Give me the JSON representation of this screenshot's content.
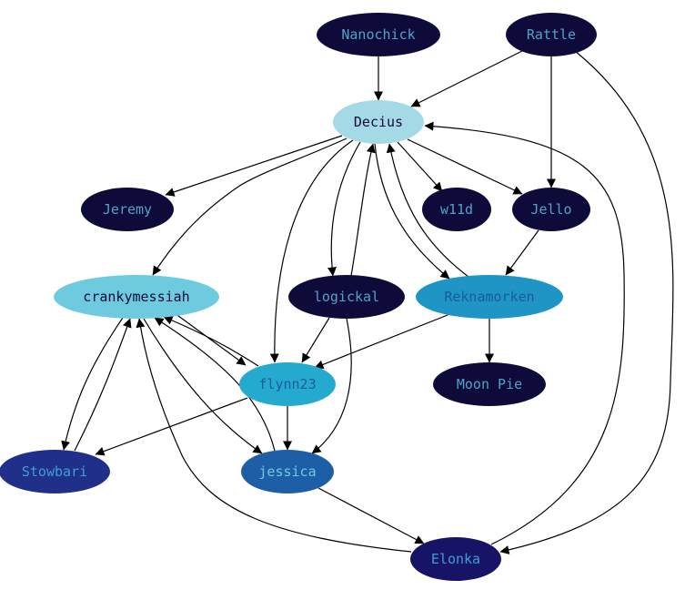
{
  "graph": {
    "nodes": [
      {
        "id": "nanochick",
        "label": "Nanochick",
        "fill": "#0e0b3a",
        "text_color": "#4fa3c8"
      },
      {
        "id": "rattle",
        "label": "Rattle",
        "fill": "#0e0b3a",
        "text_color": "#4fa3c8"
      },
      {
        "id": "decius",
        "label": "Decius",
        "fill": "#a4dae6",
        "text_color": "#0e0b3a"
      },
      {
        "id": "jeremy",
        "label": "Jeremy",
        "fill": "#0e0b3a",
        "text_color": "#4fa3c8"
      },
      {
        "id": "w11d",
        "label": "w11d",
        "fill": "#0e0b3a",
        "text_color": "#4fa3c8"
      },
      {
        "id": "jello",
        "label": "Jello",
        "fill": "#0e0b3a",
        "text_color": "#4fa3c8"
      },
      {
        "id": "crankymessiah",
        "label": "crankymessiah",
        "fill": "#6ecadf",
        "text_color": "#0e0b3a"
      },
      {
        "id": "logickal",
        "label": "logickal",
        "fill": "#0e0b3a",
        "text_color": "#4fa3c8"
      },
      {
        "id": "reknamorken",
        "label": "Reknamorken",
        "fill": "#1e95c5",
        "text_color": "#1c5aa0"
      },
      {
        "id": "flynn23",
        "label": "flynn23",
        "fill": "#24a9cf",
        "text_color": "#1c5aa0"
      },
      {
        "id": "moonpie",
        "label": "Moon Pie",
        "fill": "#0e0b3a",
        "text_color": "#4fa3c8"
      },
      {
        "id": "stowbari",
        "label": "Stowbari",
        "fill": "#1f2f8a",
        "text_color": "#3d9fd4"
      },
      {
        "id": "jessica",
        "label": "jessica",
        "fill": "#1e5ea6",
        "text_color": "#6ecadf"
      },
      {
        "id": "elonka",
        "label": "Elonka",
        "fill": "#171366",
        "text_color": "#3d9fd4"
      }
    ],
    "edges": [
      {
        "from": "nanochick",
        "to": "decius"
      },
      {
        "from": "rattle",
        "to": "decius"
      },
      {
        "from": "rattle",
        "to": "jello"
      },
      {
        "from": "rattle",
        "to": "elonka"
      },
      {
        "from": "decius",
        "to": "jeremy"
      },
      {
        "from": "decius",
        "to": "w11d"
      },
      {
        "from": "decius",
        "to": "jello"
      },
      {
        "from": "decius",
        "to": "crankymessiah"
      },
      {
        "from": "decius",
        "to": "logickal"
      },
      {
        "from": "decius",
        "to": "flynn23"
      },
      {
        "from": "decius",
        "to": "reknamorken"
      },
      {
        "from": "logickal",
        "to": "decius"
      },
      {
        "from": "reknamorken",
        "to": "decius"
      },
      {
        "from": "elonka",
        "to": "decius"
      },
      {
        "from": "jello",
        "to": "reknamorken"
      },
      {
        "from": "reknamorken",
        "to": "moonpie"
      },
      {
        "from": "reknamorken",
        "to": "flynn23"
      },
      {
        "from": "logickal",
        "to": "flynn23"
      },
      {
        "from": "logickal",
        "to": "jessica"
      },
      {
        "from": "crankymessiah",
        "to": "flynn23"
      },
      {
        "from": "flynn23",
        "to": "crankymessiah"
      },
      {
        "from": "crankymessiah",
        "to": "stowbari"
      },
      {
        "from": "stowbari",
        "to": "crankymessiah"
      },
      {
        "from": "crankymessiah",
        "to": "jessica"
      },
      {
        "from": "jessica",
        "to": "crankymessiah"
      },
      {
        "from": "elonka",
        "to": "crankymessiah"
      },
      {
        "from": "flynn23",
        "to": "stowbari"
      },
      {
        "from": "flynn23",
        "to": "jessica"
      },
      {
        "from": "jessica",
        "to": "elonka"
      }
    ]
  }
}
